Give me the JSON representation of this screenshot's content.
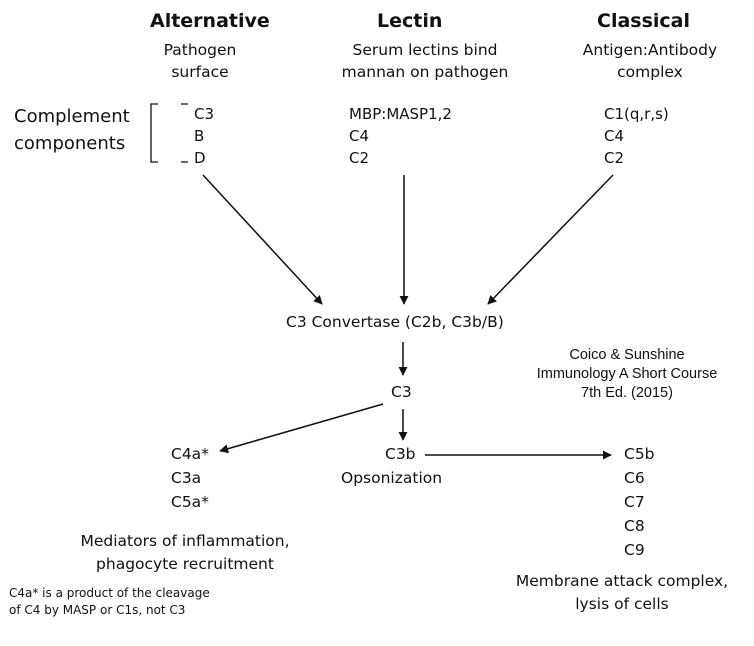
{
  "pathways": {
    "alternative": {
      "title": "Alternative",
      "subtitle": [
        "Pathogen",
        "surface"
      ],
      "components": [
        "C3",
        "B",
        "D"
      ]
    },
    "lectin": {
      "title": "Lectin",
      "subtitle": [
        "Serum lectins bind",
        "mannan on pathogen"
      ],
      "components": [
        "MBP:MASP1,2",
        "C4",
        "C2"
      ]
    },
    "classical": {
      "title": "Classical",
      "subtitle": [
        "Antigen:Antibody",
        "complex"
      ],
      "components": [
        "C1(q,r,s)",
        "C4",
        "C2"
      ]
    }
  },
  "complement_label": [
    "Complement",
    "components"
  ],
  "convertase": "C3 Convertase (C2b, C3b/B)",
  "c3": "C3",
  "left_products": [
    "C4a*",
    "C3a",
    "C5a*"
  ],
  "left_caption": [
    "Mediators of inflammation,",
    "phagocyte recruitment"
  ],
  "footnote": [
    "C4a* is a product of the cleavage",
    "of C4 by MASP or C1s, not C3"
  ],
  "c3b": "C3b",
  "opsonization": "Opsonization",
  "mac_components": [
    "C5b",
    "C6",
    "C7",
    "C8",
    "C9"
  ],
  "mac_caption": [
    "Membrane attack complex,",
    "lysis of cells"
  ],
  "citation": [
    "Coico & Sunshine",
    "Immunology A Short Course",
    "7th Ed. (2015)"
  ]
}
